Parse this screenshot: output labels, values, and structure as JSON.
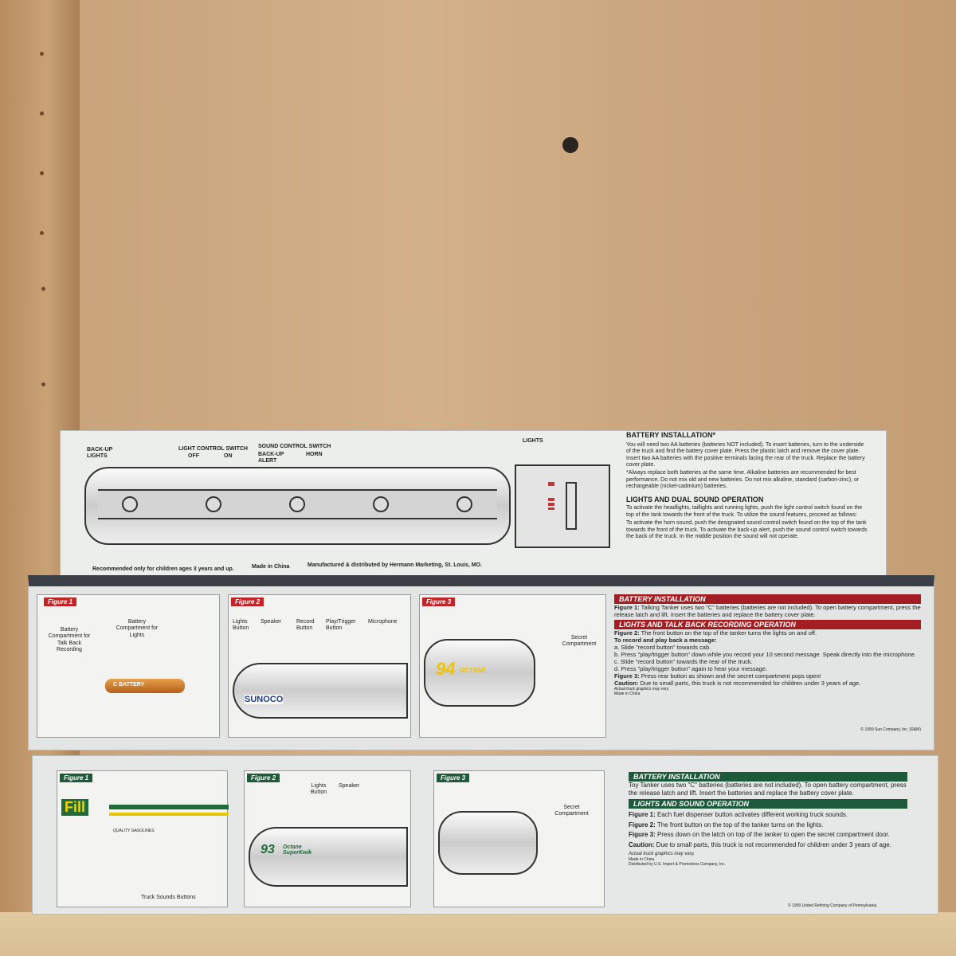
{
  "top_box": {
    "labels": {
      "backup_lights": "BACK-UP LIGHTS",
      "light_switch": "LIGHT CONTROL SWITCH",
      "off": "OFF",
      "on": "ON",
      "sound_switch": "SOUND CONTROL SWITCH",
      "backup_alert": "BACK-UP ALERT",
      "horn": "HORN",
      "lights": "LIGHTS"
    },
    "footer": {
      "age": "Recommended only for children ages 3 years and up.",
      "made": "Made in China",
      "mfr": "Manufactured & distributed by Hermann Marketing, St. Louis, MO."
    },
    "battery_title": "BATTERY INSTALLATION*",
    "battery_text": "You will need two AA batteries (batteries NOT included). To insert batteries, turn to the underside of the truck and find the battery cover plate. Press the plastic latch and remove the cover plate. Insert two AA batteries with the positive terminals facing the rear of the truck. Replace the battery cover plate.",
    "battery_note": "*Always replace both batteries at the same time. Alkaline batteries are recommended for best performance. Do not mix old and new batteries. Do not mix alkaline, standard (carbon-zinc), or rechargeable (nickel-cadmium) batteries.",
    "lights_title": "LIGHTS AND DUAL SOUND OPERATION",
    "lights_text": "To activate the headlights, taillights and running lights, push the light control switch found on the top of the tank towards the front of the truck. To utilize the sound features, proceed as follows:",
    "lights_text2": "To activate the horn sound, push the designated sound control switch found on the top of the tank towards the front of the truck. To activate the back-up alert, push the sound control switch towards the back of the truck. In the middle position the sound will not operate."
  },
  "mid_box": {
    "fig1": {
      "title": "Figure 1",
      "l1": "Battery Compartment for Talk Back Recording",
      "l2": "Battery Compartment for Lights",
      "battery": "C BATTERY"
    },
    "fig2": {
      "title": "Figure 2",
      "lights": "Lights Button",
      "speaker": "Speaker",
      "record": "Record Button",
      "play": "Play/Trigger Button",
      "mic": "Microphone",
      "brand": "SUNOCO"
    },
    "fig3": {
      "title": "Figure 3",
      "secret": "Secret Compartment",
      "octane": "94",
      "octane_label": "OCTANE"
    },
    "battery_title": "BATTERY INSTALLATION",
    "battery_fig": "Figure 1:",
    "battery_text": "Talking Tanker uses two \"C\" batteries (batteries are not included). To open battery compartment, press the release latch and lift. Insert the batteries and replace the battery cover plate.",
    "lights_title": "LIGHTS AND TALK BACK RECORDING OPERATION",
    "fig2_label": "Figure 2:",
    "fig2_text": "The front button on the top of the tanker turns the lights on and off.",
    "record_title": "To record and play back a message:",
    "steps": [
      "a. Slide \"record button\" towards cab.",
      "b. Press \"play/trigger button\" down while you record your 10 second message. Speak directly into the microphone.",
      "c. Slide \"record button\" towards the rear of the truck.",
      "d. Press \"play/trigger button\" again to hear your message."
    ],
    "fig3_label": "Figure 3:",
    "fig3_text": "Press rear button as shown and the secret compartment pops open!",
    "caution_label": "Caution:",
    "caution_text": "Due to small parts, this truck is not recommended for children under 3 years of age.",
    "vary": "Actual truck graphics may vary.",
    "made": "Made in China",
    "copyright": "© 1999 Sun Company, Inc. (R&M)"
  },
  "bottom_box": {
    "fig1": {
      "title": "Figure 1",
      "brand": "Fill",
      "quality": "QUALITY GASOLINES",
      "buttons": "Truck Sounds Buttons"
    },
    "fig2": {
      "title": "Figure 2",
      "lights": "Lights Button",
      "speaker": "Speaker",
      "octane": "93",
      "octane_label": "Octane SuperKwik"
    },
    "fig3": {
      "title": "Figure 3",
      "secret": "Secret Compartment"
    },
    "battery_title": "BATTERY INSTALLATION",
    "battery_text": "Toy Tanker uses two \"C\" batteries (batteries are not included). To open battery compartment, press the release latch and lift. Insert the batteries and replace the battery cover plate.",
    "lights_title": "LIGHTS AND SOUND OPERATION",
    "items": [
      {
        "label": "Figure 1:",
        "text": "Each fuel dispenser button activates different working truck sounds."
      },
      {
        "label": "Figure 2:",
        "text": "The front button on the top of the tanker turns on the lights."
      },
      {
        "label": "Figure 3:",
        "text": "Press down on the latch on top of the tanker to open the secret compartment door."
      },
      {
        "label": "Caution:",
        "text": "Due to small parts, this truck is not recommended for children under 3 years of age."
      }
    ],
    "vary": "Actual truck graphics may vary.",
    "made": "Made in China",
    "distributed": "Distributed by U.S. Import & Promotions Company, Inc.",
    "copyright": "© 1999 United Refining Company of Pennsylvania"
  }
}
